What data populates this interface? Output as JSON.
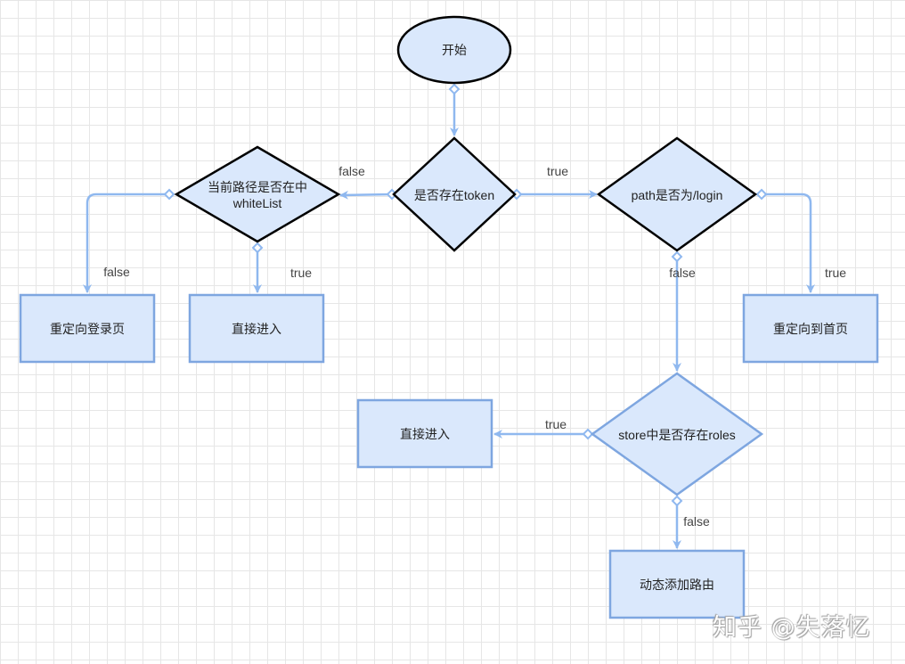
{
  "colors": {
    "fill": "#dae8fc",
    "stroke_box": "#7ea6e0",
    "stroke_dark": "#000000",
    "edge": "#8fb8ef",
    "grid": "#e6e6e6"
  },
  "nodes": {
    "start": "开始",
    "token_check": "是否存在token",
    "whitelist_check_line1": "当前路径是否在中",
    "whitelist_check_line2": "whiteList",
    "login_path_check": "path是否为/login",
    "redirect_login": "重定向登录页",
    "direct_enter_1": "直接进入",
    "redirect_home": "重定向到首页",
    "roles_check": "store中是否存在roles",
    "direct_enter_2": "直接进入",
    "add_routes": "动态添加路由"
  },
  "edges": {
    "token_false": "false",
    "token_true": "true",
    "whitelist_false": "false",
    "whitelist_true": "true",
    "login_false": "false",
    "login_true": "true",
    "roles_true": "true",
    "roles_false": "false"
  },
  "watermark": "知乎 @失落忆"
}
